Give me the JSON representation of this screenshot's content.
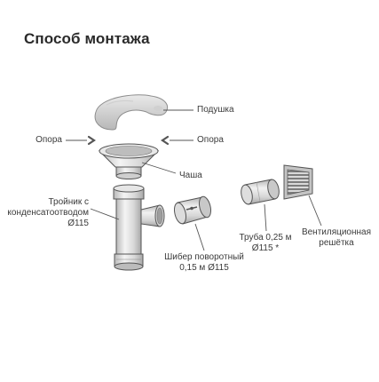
{
  "title": "Способ монтажа",
  "labels": {
    "pillow": "Подушка",
    "support_left": "Опора",
    "support_right": "Опора",
    "bowl": "Чаша",
    "tee": [
      "Тройник с",
      "конденсатоотводом",
      "Ø115"
    ],
    "damper": [
      "Шибер поворотный",
      "0,15 м Ø115"
    ],
    "pipe": [
      "Труба 0,25 м",
      "Ø115 *"
    ],
    "grille": [
      "Вентиляционная",
      "решётка"
    ]
  },
  "colors": {
    "metal_light": "#f0f0f0",
    "metal_mid": "#cfcfcf",
    "metal_dark": "#8f8f8f",
    "line": "#444444",
    "grille_fill": "#9a9a9a"
  }
}
